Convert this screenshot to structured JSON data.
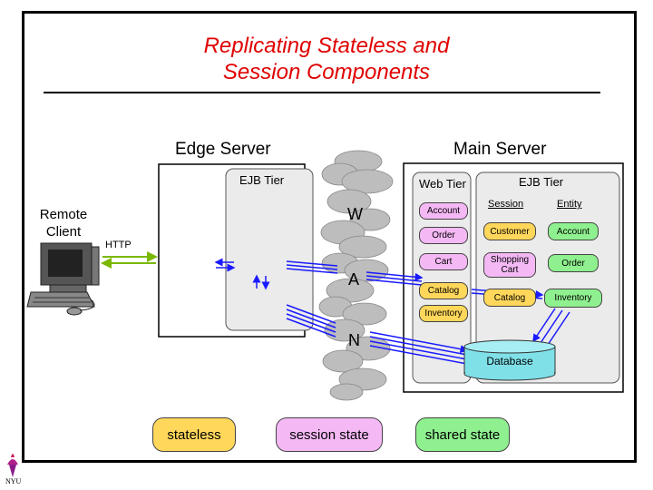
{
  "title_line1": "Replicating Stateless and",
  "title_line2": "Session Components",
  "edge_server": {
    "label": "Edge Server",
    "ejb_tier": "EJB Tier"
  },
  "main_server": {
    "label": "Main Server",
    "web_tier": "Web Tier",
    "ejb_tier": "EJB Tier",
    "session_header": "Session",
    "entity_header": "Entity",
    "web_components": [
      "Account",
      "Order",
      "Cart",
      "Catalog",
      "Inventory"
    ],
    "session_components": [
      "Customer",
      "Shopping Cart",
      "Catalog"
    ],
    "entity_components": [
      "Account",
      "Order",
      "Inventory"
    ],
    "database": "Database"
  },
  "remote_client": {
    "line1": "Remote",
    "line2": "Client"
  },
  "http_label": "HTTP",
  "wan_letters": [
    "W",
    "A",
    "N"
  ],
  "legend": {
    "stateless": "stateless",
    "session_state": "session state",
    "shared_state": "shared state"
  },
  "logo_text": "NYU",
  "colors": {
    "title": "#e00000",
    "stateless": "#ffd75a",
    "session_state": "#f4b8f4",
    "shared_state": "#8ff08f",
    "arrows": "#1a1aff",
    "http": "#7ab800"
  }
}
